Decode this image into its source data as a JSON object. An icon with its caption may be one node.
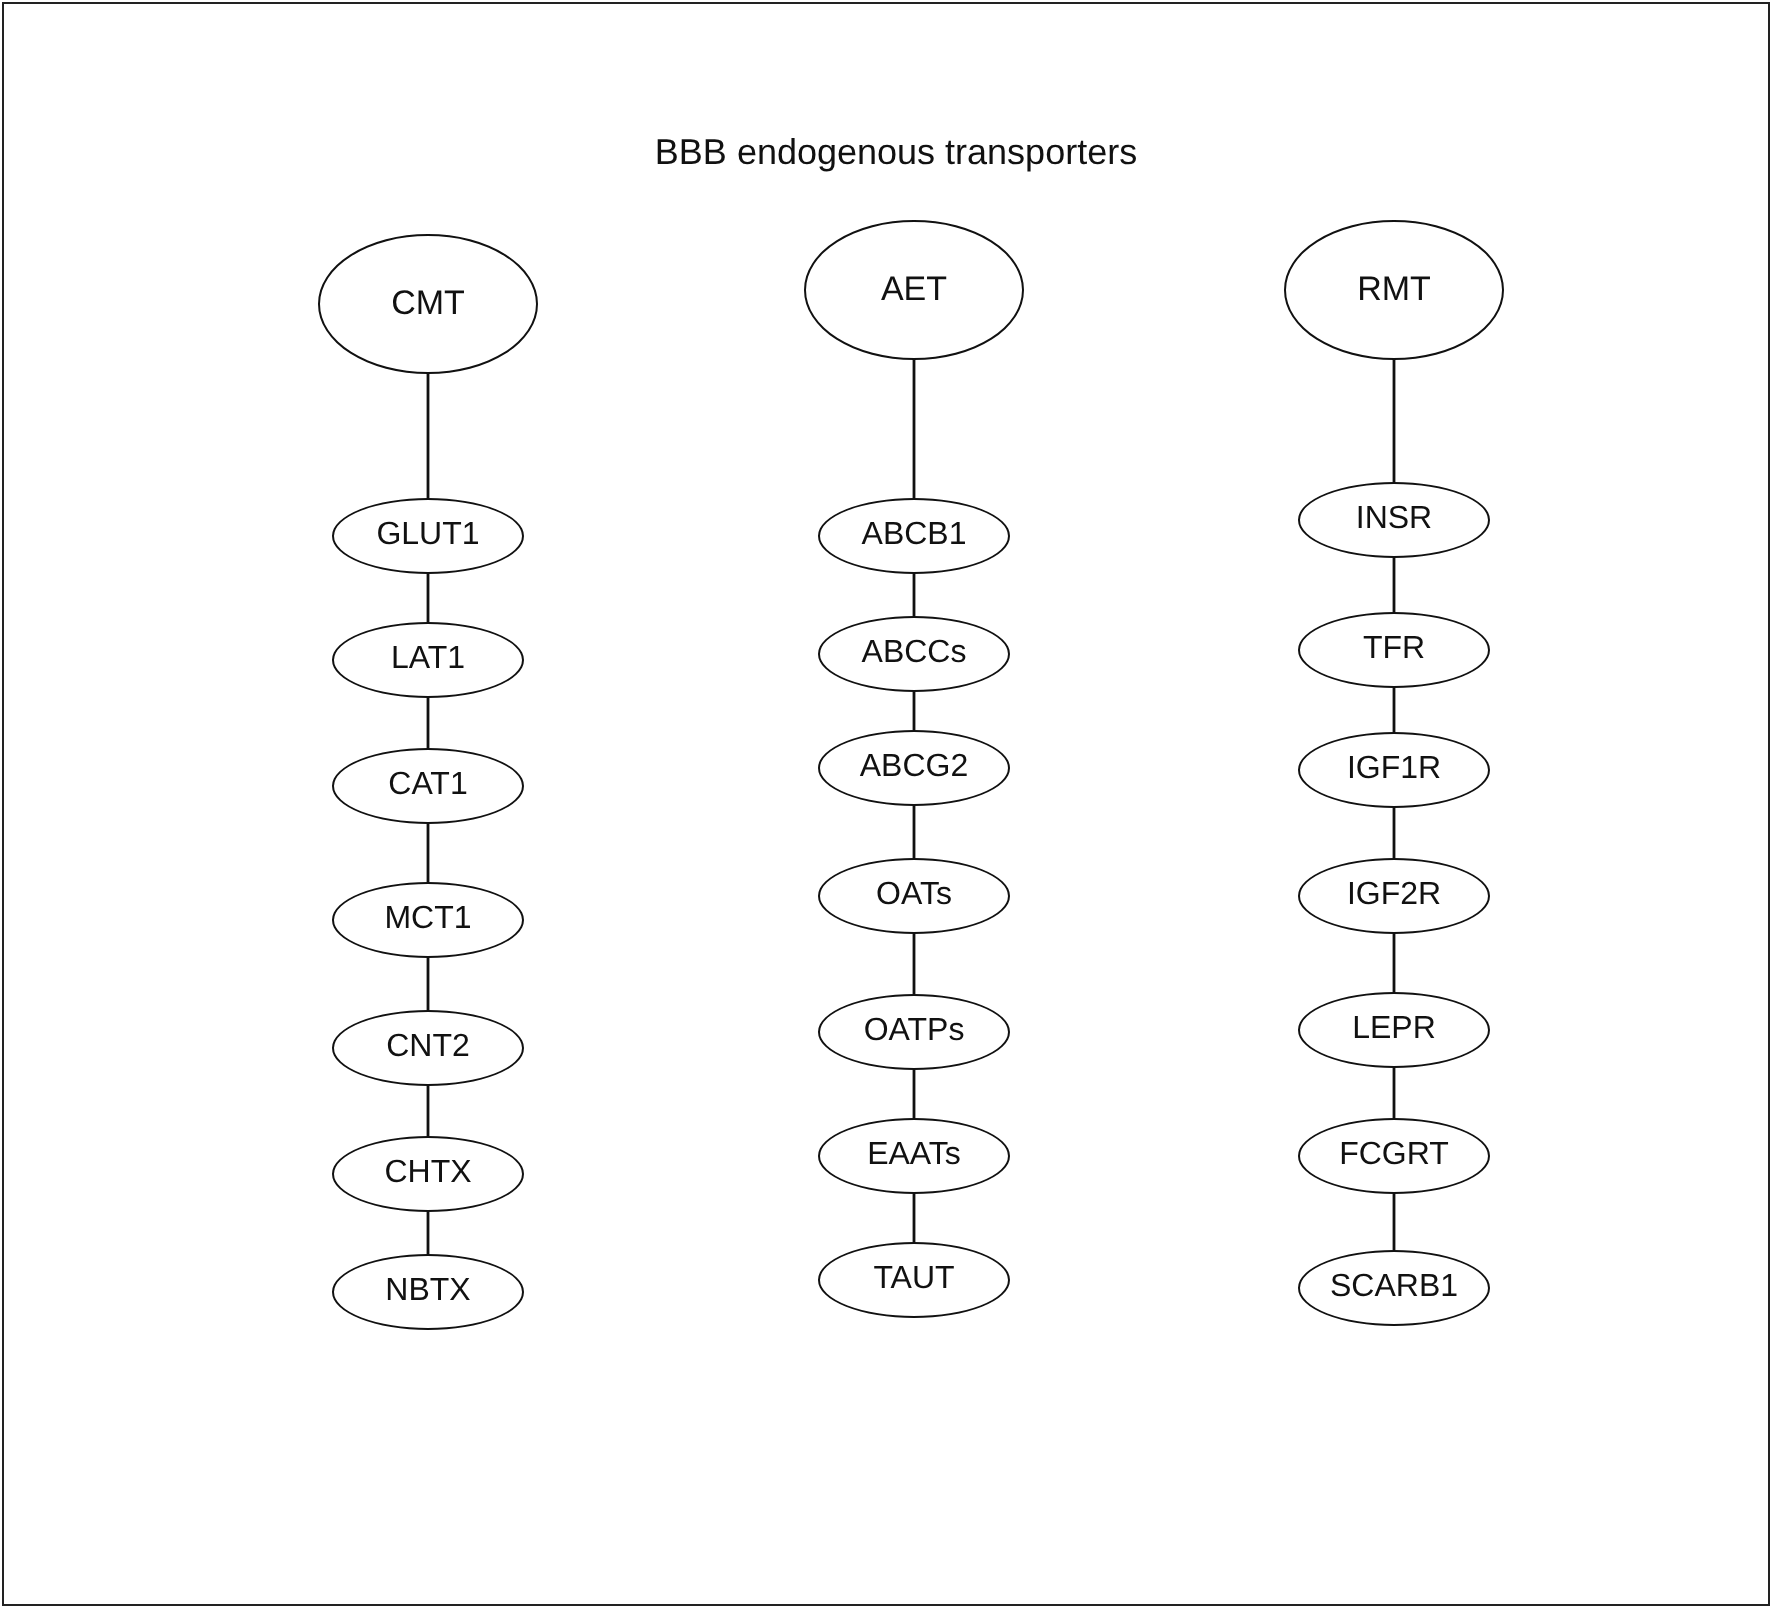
{
  "diagram": {
    "title": "BBB endogenous transporters",
    "nodes": [
      {
        "text": [
          "CMT"
        ]
      },
      {
        "text": [
          "GLUT1"
        ]
      },
      {
        "text": [
          "LAT1"
        ]
      },
      {
        "text": [
          "CAT1"
        ]
      },
      {
        "text": [
          "MCT1"
        ]
      },
      {
        "text": [
          "CNT2"
        ]
      },
      {
        "text": [
          "CHTX"
        ]
      },
      {
        "text": [
          "NBTX"
        ]
      },
      {
        "text": [
          "AET"
        ]
      },
      {
        "text": [
          "ABCB1"
        ]
      },
      {
        "text": [
          "ABCCs"
        ]
      },
      {
        "text": [
          "ABCG2"
        ]
      },
      {
        "text": [
          "OATs"
        ]
      },
      {
        "text": [
          "OATPs"
        ]
      },
      {
        "text": [
          "EAATs"
        ]
      },
      {
        "text": [
          "TAUT"
        ]
      },
      {
        "text": [
          "RMT"
        ]
      },
      {
        "text": [
          "INSR"
        ]
      },
      {
        "text": [
          "TFR"
        ]
      },
      {
        "text": [
          "IGF1R"
        ]
      },
      {
        "text": [
          "IGF2R"
        ]
      },
      {
        "text": [
          "LEPR"
        ]
      },
      {
        "text": [
          "FCGRT"
        ]
      },
      {
        "text": [
          "SCARB1"
        ]
      }
    ],
    "edges": [
      {
        "from": 0,
        "to": 1,
        "arrow": "none"
      },
      {
        "from": 1,
        "to": 2,
        "arrow": "none"
      },
      {
        "from": 2,
        "to": 3,
        "arrow": "none"
      },
      {
        "from": 3,
        "to": 4,
        "arrow": "none"
      },
      {
        "from": 4,
        "to": 5,
        "arrow": "none"
      },
      {
        "from": 5,
        "to": 6,
        "arrow": "none"
      },
      {
        "from": 6,
        "to": 7,
        "arrow": "none"
      },
      {
        "from": 8,
        "to": 9,
        "arrow": "none"
      },
      {
        "from": 9,
        "to": 10,
        "arrow": "none"
      },
      {
        "from": 10,
        "to": 11,
        "arrow": "none"
      },
      {
        "from": 11,
        "to": 12,
        "arrow": "none"
      },
      {
        "from": 12,
        "to": 13,
        "arrow": "none"
      },
      {
        "from": 13,
        "to": 14,
        "arrow": "none"
      },
      {
        "from": 14,
        "to": 15,
        "arrow": "none"
      },
      {
        "from": 16,
        "to": 17,
        "arrow": "none"
      },
      {
        "from": 17,
        "to": 18,
        "arrow": "none"
      },
      {
        "from": 18,
        "to": 19,
        "arrow": "none"
      },
      {
        "from": 19,
        "to": 20,
        "arrow": "none"
      },
      {
        "from": 20,
        "to": 21,
        "arrow": "none"
      },
      {
        "from": 21,
        "to": 22,
        "arrow": "none"
      },
      {
        "from": 22,
        "to": 23,
        "arrow": "none"
      }
    ]
  }
}
